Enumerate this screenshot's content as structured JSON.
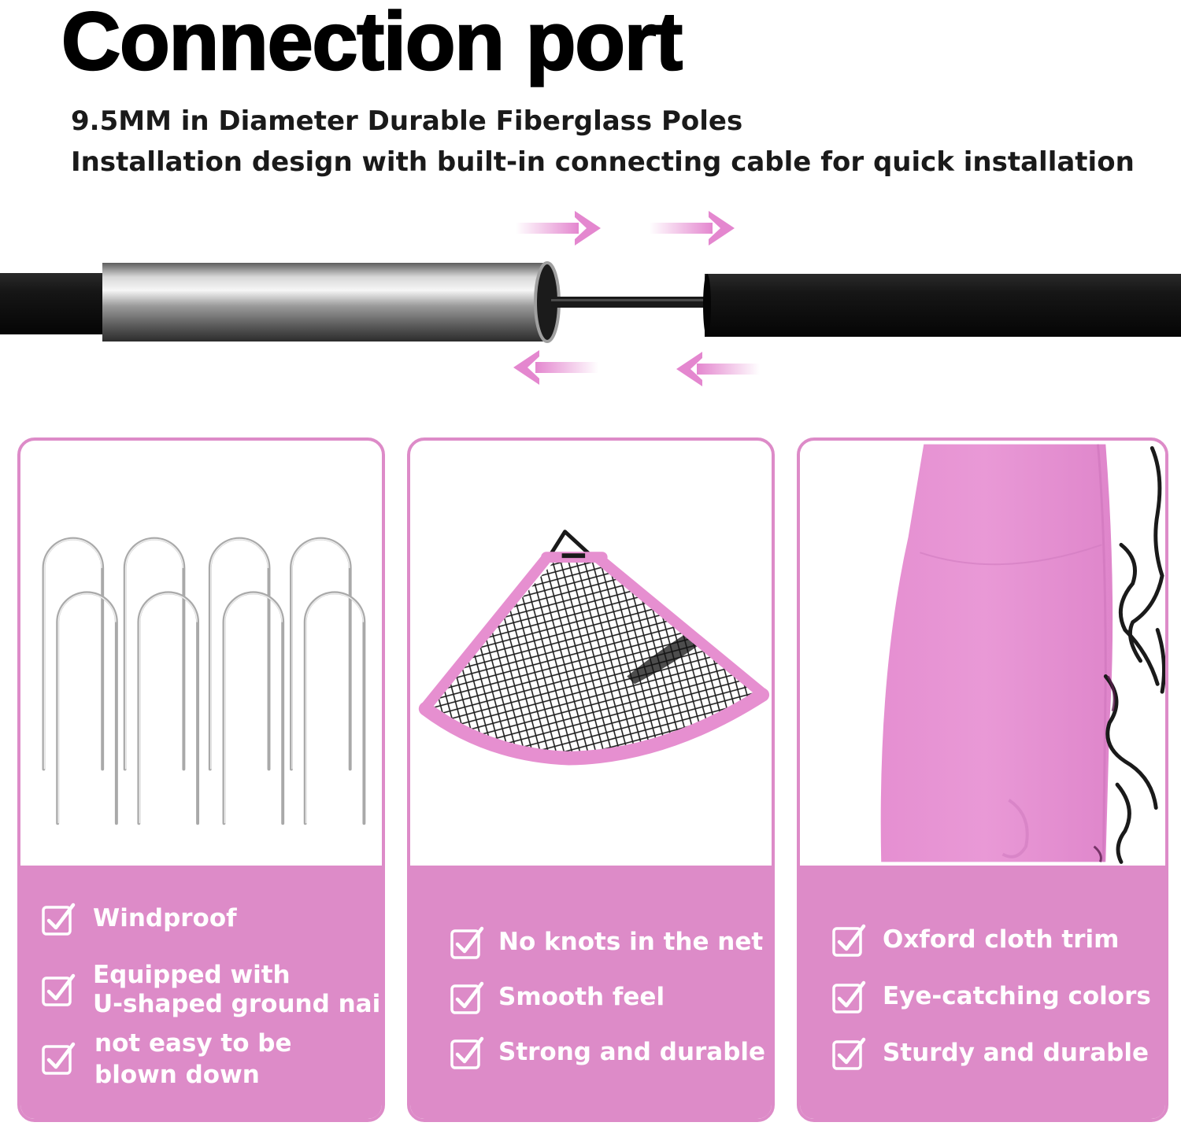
{
  "title": "Connection port",
  "subtitle_lines": [
    "9.5MM in Diameter Durable Fiberglass Poles",
    "Installation design with built-in connecting cable for quick installation"
  ],
  "colors": {
    "accent": "#dd8bc8",
    "arrow": "#e487cf",
    "pole": "#111111"
  },
  "panels": [
    {
      "image": "u-shaped-ground-nails",
      "features": [
        {
          "lines": [
            "Windproof"
          ]
        },
        {
          "lines": [
            "Equipped with",
            "U-shaped ground nails"
          ]
        },
        {
          "lines": [
            "not easy to be",
            "blown down"
          ]
        }
      ]
    },
    {
      "image": "corner-net-pocket",
      "features": [
        {
          "lines": [
            "No knots in the net"
          ]
        },
        {
          "lines": [
            "Smooth feel"
          ]
        },
        {
          "lines": [
            "Strong and durable"
          ]
        }
      ]
    },
    {
      "image": "pink-oxford-trim",
      "features": [
        {
          "lines": [
            "Oxford cloth trim"
          ]
        },
        {
          "lines": [
            "Eye-catching colors"
          ]
        },
        {
          "lines": [
            "Sturdy and durable"
          ]
        }
      ]
    }
  ]
}
